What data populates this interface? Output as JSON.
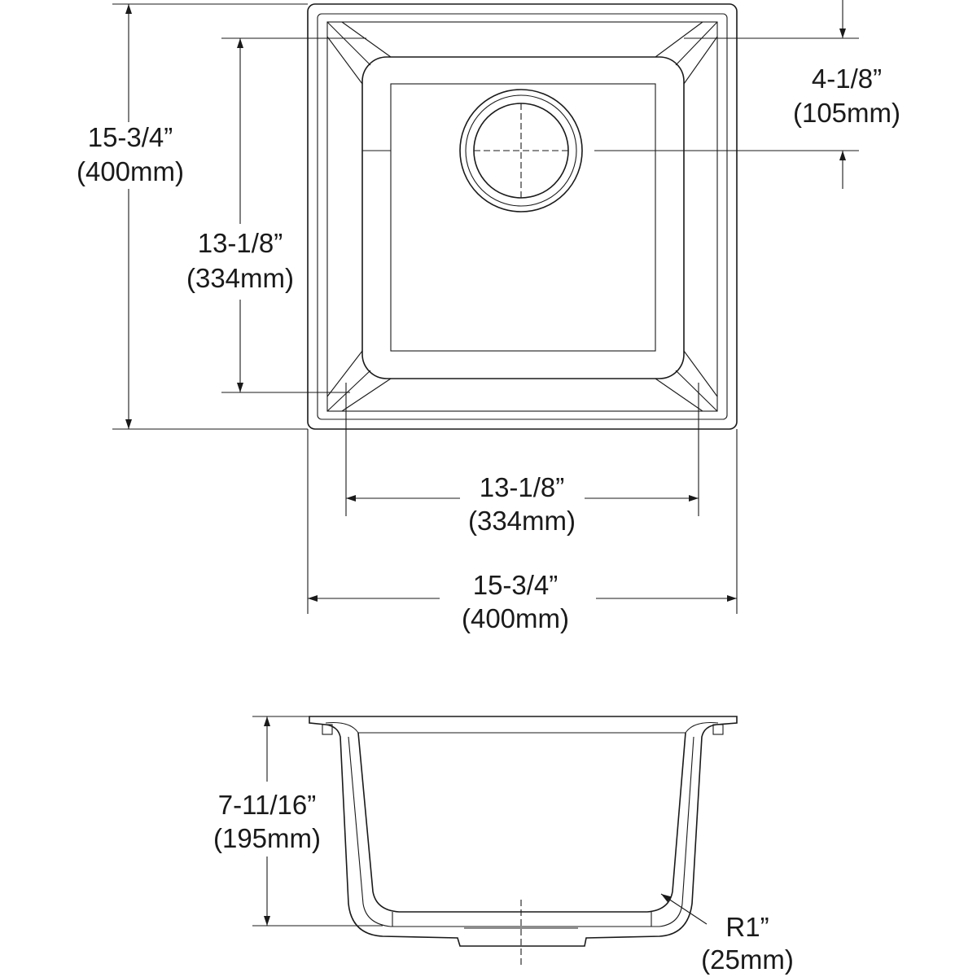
{
  "top_view": {
    "overall_height": {
      "imperial": "15-3/4”",
      "metric": "(400mm)"
    },
    "bowl_height": {
      "imperial": "13-1/8”",
      "metric": "(334mm)"
    },
    "drain_offset": {
      "imperial": "4-1/8”",
      "metric": "(105mm)"
    },
    "bowl_width": {
      "imperial": "13-1/8”",
      "metric": "(334mm)"
    },
    "overall_width": {
      "imperial": "15-3/4”",
      "metric": "(400mm)"
    }
  },
  "side_view": {
    "depth": {
      "imperial": "7-11/16”",
      "metric": "(195mm)"
    },
    "corner_radius": {
      "imperial": "R1”",
      "metric": "(25mm)"
    }
  },
  "colors": {
    "line": "#1a1a1a",
    "background": "#ffffff"
  }
}
